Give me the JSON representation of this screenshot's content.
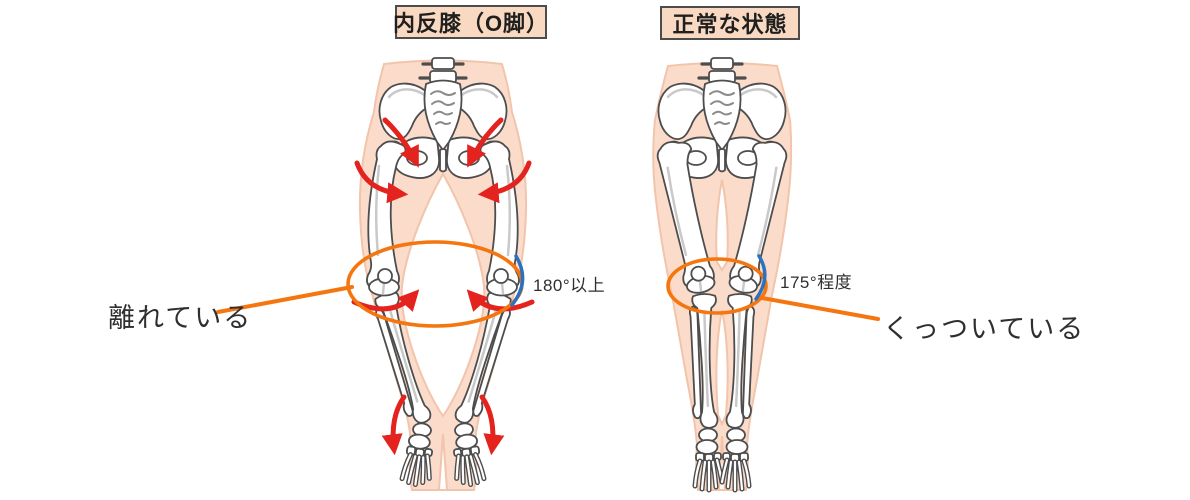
{
  "diagram": {
    "left_panel": {
      "title": "内反膝（O脚）",
      "knee_angle_label": "180°以上",
      "callout": "離れている"
    },
    "right_panel": {
      "title": "正常な状態",
      "knee_angle_label": "175°程度",
      "callout": "くっついている"
    },
    "colors": {
      "body_silhouette_fill": "#fbdccb",
      "body_silhouette_outline": "#f2c4ab",
      "bone_outline": "#4d4d4d",
      "rotation_arrow_red": "#e5231e",
      "highlight_orange": "#f5750f",
      "angle_arc_blue": "#2a72bf",
      "title_box_fill": "#f9d9c1",
      "title_box_border": "#4c4c4c",
      "text_color": "#2f2f2f"
    }
  }
}
